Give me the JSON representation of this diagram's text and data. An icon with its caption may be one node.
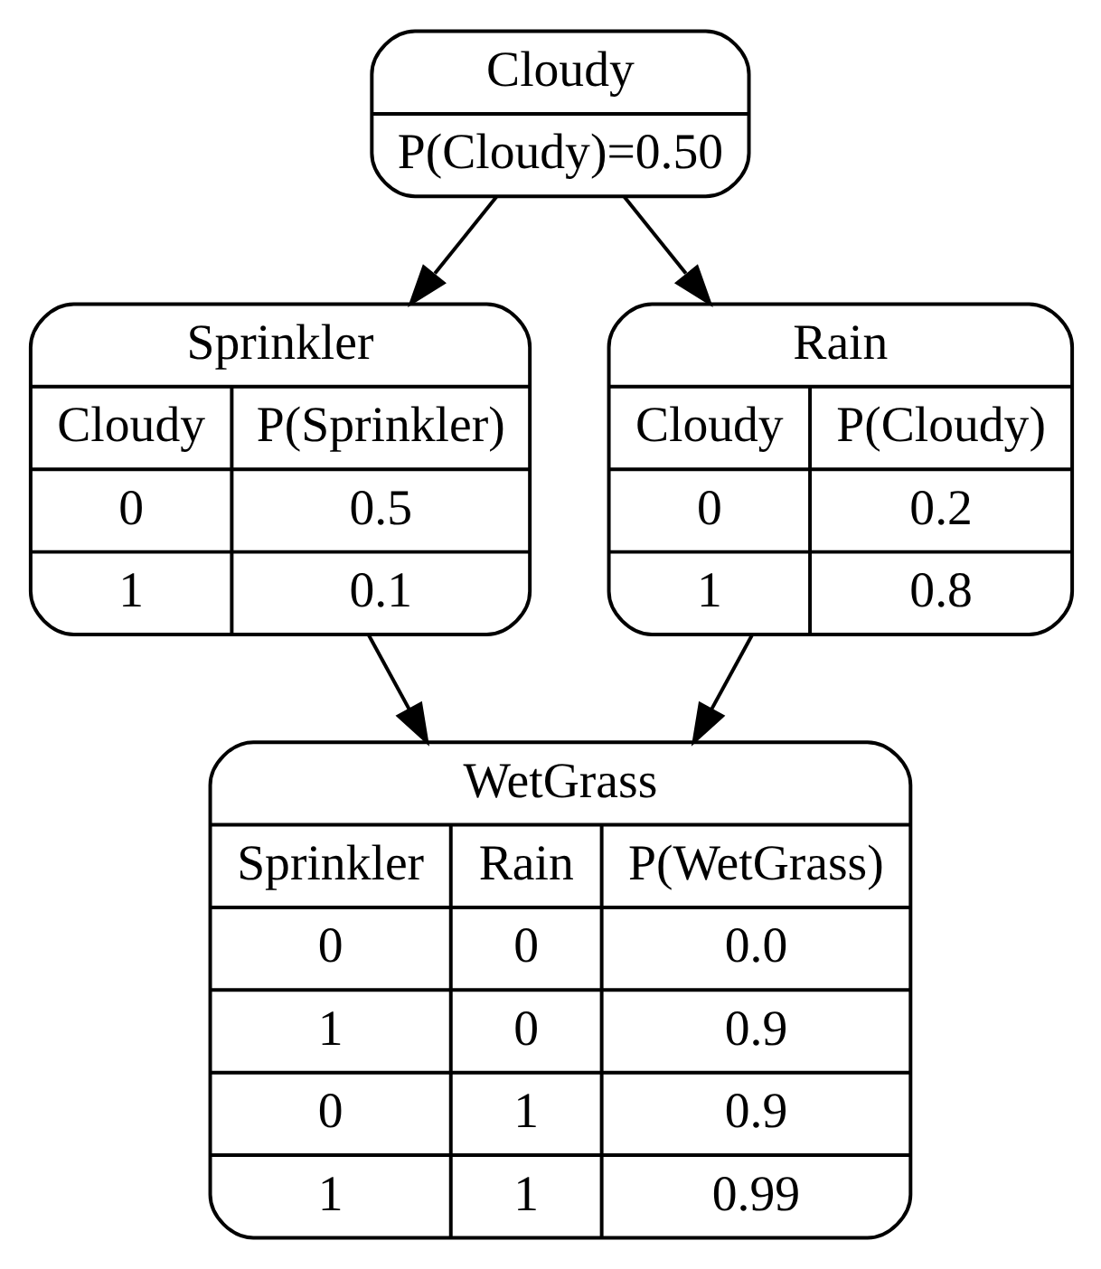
{
  "diagram": {
    "nodes": [
      {
        "text": [
          "Cloudy",
          "P(Cloudy)=0.50"
        ]
      },
      {
        "text": [
          "Sprinkler",
          "Cloudy",
          "P(Sprinkler)",
          "0",
          "0.5",
          "1",
          "0.1"
        ]
      },
      {
        "text": [
          "Rain",
          "Cloudy",
          "P(Cloudy)",
          "0",
          "0.2",
          "1",
          "0.8"
        ]
      },
      {
        "text": [
          "WetGrass",
          "Sprinkler",
          "Rain",
          "P(WetGrass)",
          "0",
          "0",
          "0.0",
          "1",
          "0",
          "0.9",
          "0",
          "1",
          "0.9",
          "1",
          "1",
          "0.99"
        ]
      }
    ],
    "edges": [
      {
        "from": 0,
        "to": 1,
        "arrow": "to"
      },
      {
        "from": 0,
        "to": 2,
        "arrow": "to"
      },
      {
        "from": 1,
        "to": 3,
        "arrow": "to"
      },
      {
        "from": 2,
        "to": 3,
        "arrow": "to"
      }
    ]
  }
}
